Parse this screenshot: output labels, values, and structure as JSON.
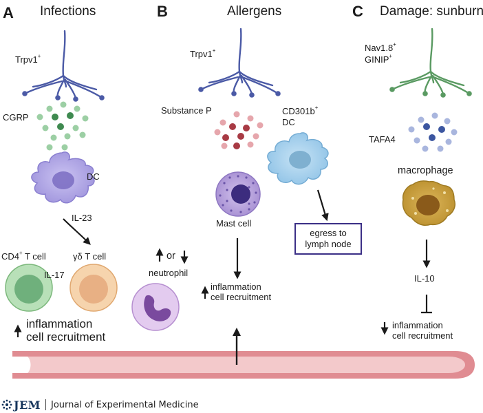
{
  "panels": {
    "a": {
      "letter": "A",
      "title": "Infections",
      "neuron": "Trpv1",
      "neuron_sup": "+",
      "mediator": "CGRP",
      "cell": "DC",
      "cytokine": "IL-23",
      "tcell1": "CD4",
      "tcell1_sup": "+",
      "tcell1_suffix": " T cell",
      "tcell2": "γδ T cell",
      "cytokine2": "IL-17",
      "outcome_line1": "inflammation",
      "outcome_line2": "cell recruitment",
      "neutrophil_or": "or",
      "neutrophil": "neutrophil"
    },
    "b": {
      "letter": "B",
      "title": "Allergens",
      "neuron": "Trpv1",
      "neuron_sup": "+",
      "mediator": "Substance P",
      "dc_line1": "CD301b",
      "dc_line1_sup": "+",
      "dc_line2": "DC",
      "cell": "Mast cell",
      "egress_line1": "egress to",
      "egress_line2": "lymph node",
      "outcome_line1": "inflammation",
      "outcome_line2": "cell recruitment"
    },
    "c": {
      "letter": "C",
      "title": "Damage: sunburn",
      "neuron_line1": "Nav1.8",
      "neuron_line1_sup": "+",
      "neuron_line2": "GINIP",
      "neuron_line2_sup": "+",
      "mediator": "TAFA4",
      "cell": "macrophage",
      "cytokine": "IL-10",
      "outcome_line1": "inflammation",
      "outcome_line2": "cell recruitment"
    }
  },
  "footer": {
    "logo": "JEM",
    "journal": "Journal of Experimental Medicine"
  },
  "colors": {
    "neuron_trpv1": "#4b5aa6",
    "neuron_nav": "#5a9a62",
    "cgrp_dot": "#5aa06a",
    "substance_p_dot": "#a83a44",
    "tafa4_dot": "#4a64a8",
    "dc": "#a89ee0",
    "cd301b_dc": "#9ccbe8",
    "mast_cell": "#a98fd0",
    "macrophage": "#c9a03a",
    "cd4_tcell": "#a8d8a8",
    "gd_tcell": "#f2c49a",
    "neutrophil": "#caa8de",
    "vessel": "#e59498",
    "box_border": "#3b2f86"
  }
}
